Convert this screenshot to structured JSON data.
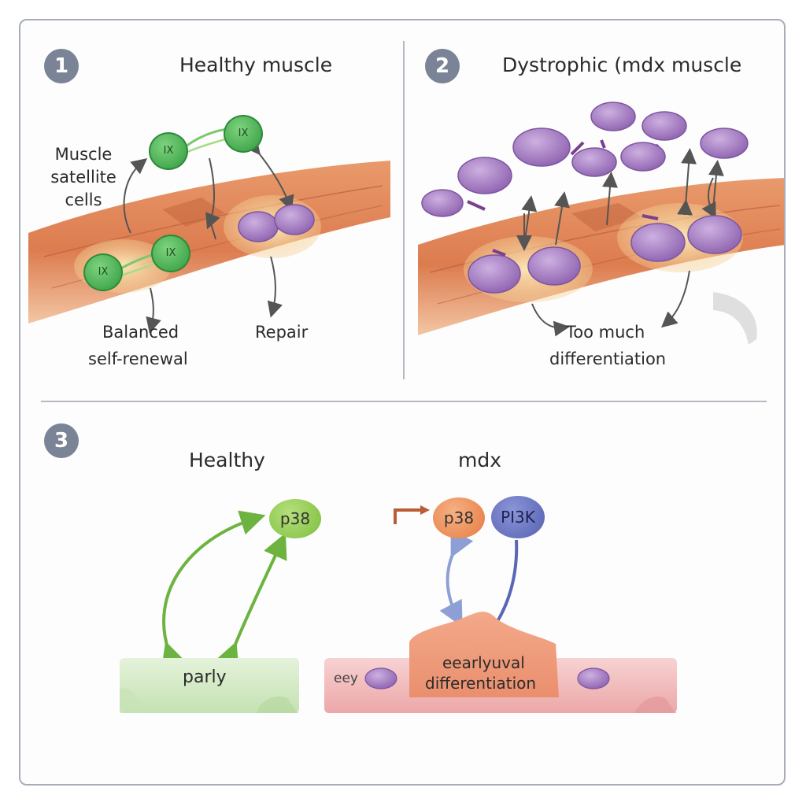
{
  "panels": [
    {
      "number": "1",
      "title": "Healthy muscle"
    },
    {
      "number": "2",
      "title": "Dystrophic (mdx muscle"
    },
    {
      "number": "3"
    }
  ],
  "panel1": {
    "satellite_label": "Muscle satellite cells",
    "balanced_label_line1": "Balanced",
    "balanced_label_line2": "self-renewal",
    "repair_label": "Repair",
    "cell_glyph": "IX"
  },
  "panel2": {
    "diff_label_line1": "Too much",
    "diff_label_line2": "differentiation"
  },
  "panel3": {
    "healthy_heading": "Healthy",
    "mdx_heading": "mdx",
    "healthy_node": "p38",
    "mdx_node_p38": "p38",
    "mdx_node_pi3k": "PI3K",
    "healthy_bar_label": "parly",
    "mdx_bar_small_label": "eey",
    "mdx_bump_line1": "eearlyuval",
    "mdx_bump_line2": "differentiation"
  },
  "colors": {
    "badge": "#7a8496",
    "muscle": "#e2895c",
    "satellite_green": "#3fae4a",
    "cell_purple": "#a77bc6",
    "p38_green": "#8cc850",
    "p38_orange": "#ec8a55",
    "pi3k_blue": "#6470be",
    "bar_green": "#d4ebc6",
    "bar_red": "#f2bcbd"
  }
}
